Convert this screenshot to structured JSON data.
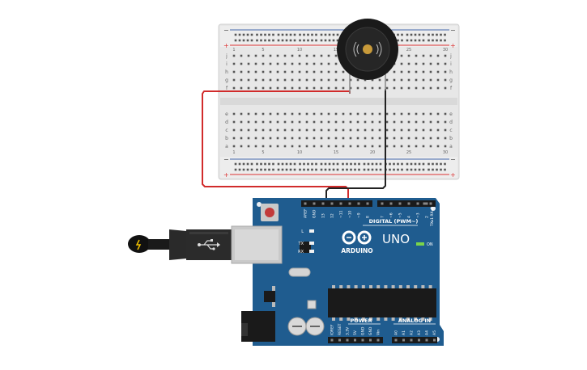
{
  "breadboard": {
    "row_letters_top": [
      "j",
      "i",
      "h",
      "g",
      "f"
    ],
    "row_letters_bottom": [
      "e",
      "d",
      "c",
      "b",
      "a"
    ],
    "column_numbers": [
      "1",
      "5",
      "10",
      "15",
      "20",
      "25",
      "30"
    ]
  },
  "buzzer": {
    "symbol": "((·))"
  },
  "arduino": {
    "brand": "ARDUINO",
    "model": "UNO",
    "digital_label": "DIGITAL (PWM~)",
    "power_label": "POWER",
    "analog_label": "ANALOG IN",
    "on_label": "ON",
    "led_labels": [
      "L",
      "TX",
      "RX"
    ],
    "tx_rx_header": "TX▸1  RX◂0",
    "digital_pins_left": [
      "AREF",
      "GND",
      "13",
      "12",
      "~11",
      "~10",
      "~9",
      "8"
    ],
    "digital_pins_right": [
      "7",
      "~6",
      "~5",
      "4",
      "~3",
      "2"
    ],
    "power_pins": [
      "IOREF",
      "RESET",
      "3.3V",
      "5V",
      "GND",
      "GND",
      "Vin"
    ],
    "analog_pins": [
      "A0",
      "A1",
      "A2",
      "A3",
      "A4",
      "A5"
    ]
  },
  "colors": {
    "board_blue": "#1f5c8f",
    "breadboard": "#e9e9e9",
    "wire_red": "#d12b2b",
    "wire_black": "#222222",
    "rail_red": "#d33",
    "rail_blue": "#4466aa",
    "buzzer_body": "#1a1a1a",
    "buzzer_center": "#c89a3a"
  }
}
